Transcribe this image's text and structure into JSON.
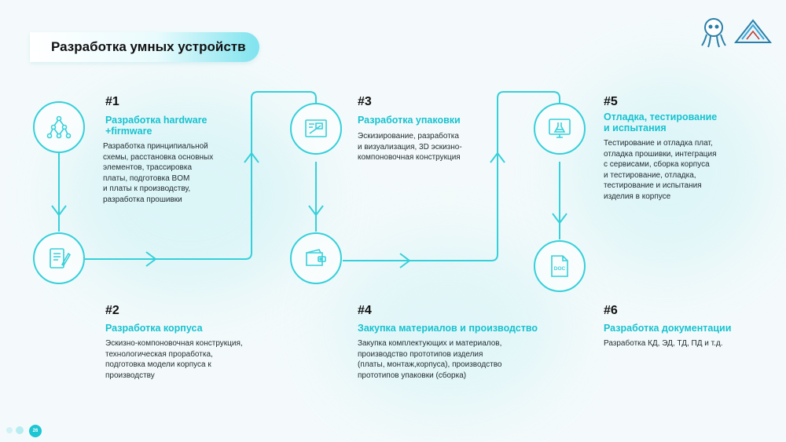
{
  "title": "Разработка умных устройств",
  "steps": [
    {
      "num": "#1",
      "heading": "Разработка hardware\n+firmware",
      "text": "Разработка принципиальной\nсхемы, расстановка основных\nэлементов, трассировка\nплаты, подготовка BOM\nи платы к производству,\nразработка прошивки",
      "icon": "tree-diagram-icon"
    },
    {
      "num": "#2",
      "heading": "Разработка корпуса",
      "text": "Эскизно-компоновочная конструкция,\nтехнологическая проработка,\n подготовка модели корпуса к\nпроизводству",
      "icon": "document-pen-icon"
    },
    {
      "num": "#3",
      "heading": "Разработка упаковки",
      "text": "Эскизирование, разработка\nи визуализация, 3D эскизно-\nкомпоновочная конструкция",
      "icon": "blueprint-icon"
    },
    {
      "num": "#4",
      "heading": "Закупка материалов и производство",
      "text": "Закупка комплектующих и материалов,\n производство прототипов изделия\n(платы, монтаж,корпуса),  производство\nпрототипов упаковки (сборка)",
      "icon": "wallet-icon"
    },
    {
      "num": "#5",
      "heading": "Отладка, тестирование\nи испытания",
      "text": "Тестирование и отладка плат,\n отладка прошивки,  интеграция\nс сервисами, сборка корпуса\nи тестирование, отладка,\nтестирование и испытания\nизделия в корпусе",
      "icon": "lab-flask-monitor-icon"
    },
    {
      "num": "#6",
      "heading": "Разработка документации",
      "text": "Разработка КД, ЭД, ТД, ПД и т.д.",
      "icon": "doc-file-icon",
      "icon_label": "DOC"
    }
  ],
  "page_number": "26",
  "colors": {
    "accent": "#36d0da",
    "heading": "#17c2d0"
  }
}
